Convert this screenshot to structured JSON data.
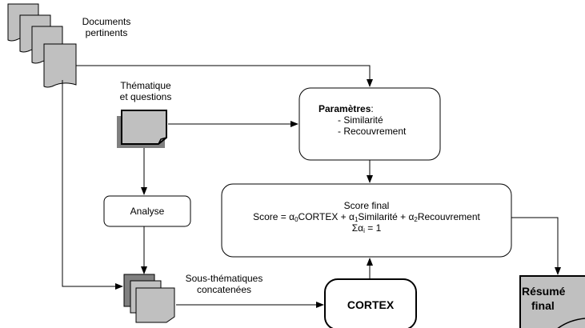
{
  "documents": {
    "line1": "Documents",
    "line2": "pertinents"
  },
  "thematique": {
    "line1": "Thématique",
    "line2": "et questions"
  },
  "analyse": {
    "label": "Analyse"
  },
  "sous_thematiques": {
    "line1": "Sous-thématiques",
    "line2": "concatenées"
  },
  "parametres": {
    "title": "Paramètres",
    "colon": ":",
    "item1": "- Similarité",
    "item2": "- Recouvrement"
  },
  "score": {
    "title": "Score final",
    "eq_prefix": "Score = ",
    "alpha": "α",
    "sub0": "0",
    "term0": "CORTEX + ",
    "sub1": "1",
    "term1": "Similarité + ",
    "sub2": "2",
    "term2": "Recouvrement",
    "sum_sigma": "Σα",
    "sum_sub": "i",
    "sum_rest": " = 1"
  },
  "cortex": {
    "label": "CORTEX"
  },
  "resume": {
    "line1": "Résumé",
    "line2": "final"
  }
}
